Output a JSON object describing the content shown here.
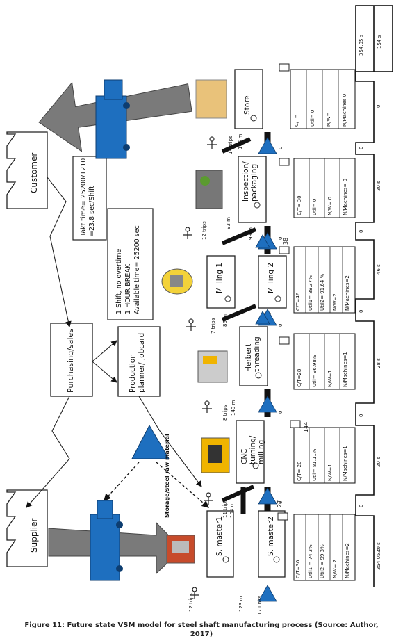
{
  "customer": {
    "label": "Customer"
  },
  "supplier": {
    "label": "Supplier"
  },
  "purchasing": {
    "label": "Purchasing/sales"
  },
  "planner": {
    "label": "Production planner/ Jobcard"
  },
  "storage": {
    "label": "Storage/steel raw material"
  },
  "takt": {
    "line1": "Takt time= 25200/1210",
    "line2": "=23.8 sec/Shift"
  },
  "shift_info": {
    "line1": "1 Shift, no overtime",
    "line2": "1 HOUR BREAK",
    "line3": "Available time= 25200 sec"
  },
  "processes": [
    {
      "name": "S. master1"
    },
    {
      "name": "S. master2"
    },
    {
      "name": "CNC turning/ milling"
    },
    {
      "name": "Herbert threading"
    },
    {
      "name": "Milling 1"
    },
    {
      "name": "Milling 2"
    },
    {
      "name": "Inspection/ packaging"
    },
    {
      "name": "Store"
    }
  ],
  "data_boxes": [
    {
      "badge": "27",
      "lines": [
        "C/T=30",
        "Util1 = 74.3%",
        "Util2 = 99.3%",
        "N/W= 2",
        "N/Machines=2"
      ]
    },
    {
      "badge": "144",
      "lines": [
        "C/T= 20",
        "Util= 81.11%",
        "N/W=1",
        "N/Machines=1"
      ]
    },
    {
      "badge": "",
      "lines": [
        "C/T=28",
        "Util= 96.98%",
        "N/W=1",
        "N/Machines=1"
      ]
    },
    {
      "badge": "38",
      "lines": [
        "C/T=46",
        "Util1= 88.37%",
        "Util2= 91.64 %",
        "N/W=2",
        "N/Machines=2"
      ]
    },
    {
      "badge": "",
      "lines": [
        "C/T= 30",
        "Util= 0",
        "N/W= 0",
        "N/Machines= 0"
      ]
    },
    {
      "badge": "",
      "lines": [
        "C/T=",
        "Util= 0",
        "N/W=",
        "N/Machines 0"
      ]
    }
  ],
  "transports": [
    {
      "trips": "12 trips",
      "distance": "123 m",
      "units": "17 units"
    },
    {
      "trips": "11 trips",
      "distance": "104 m"
    },
    {
      "trips": "8 trips",
      "distance": "149 m"
    },
    {
      "trips": "7 trips",
      "distance": "86 m"
    },
    {
      "trips": "12 trips",
      "distance": "93 m",
      "distance2": "93 m"
    },
    {
      "trips": "14 trips",
      "distance": "106 m"
    }
  ],
  "inventory_values": [
    "0",
    "0",
    "0",
    "0",
    "0"
  ],
  "timeline": {
    "lead_total": "354.05 s",
    "lead_bottom": "354.05 s",
    "process_total": "154 s",
    "process_times": [
      "30 s",
      "20 s",
      "28 s",
      "46 s",
      "30 s",
      "0"
    ],
    "wait_times": [
      "0",
      "0",
      "0",
      "0",
      "0"
    ]
  },
  "caption": {
    "line1": "Figure 11: Future state VSM model for steel shaft manufacturing process (Source: Author,",
    "line2": "2017)"
  }
}
